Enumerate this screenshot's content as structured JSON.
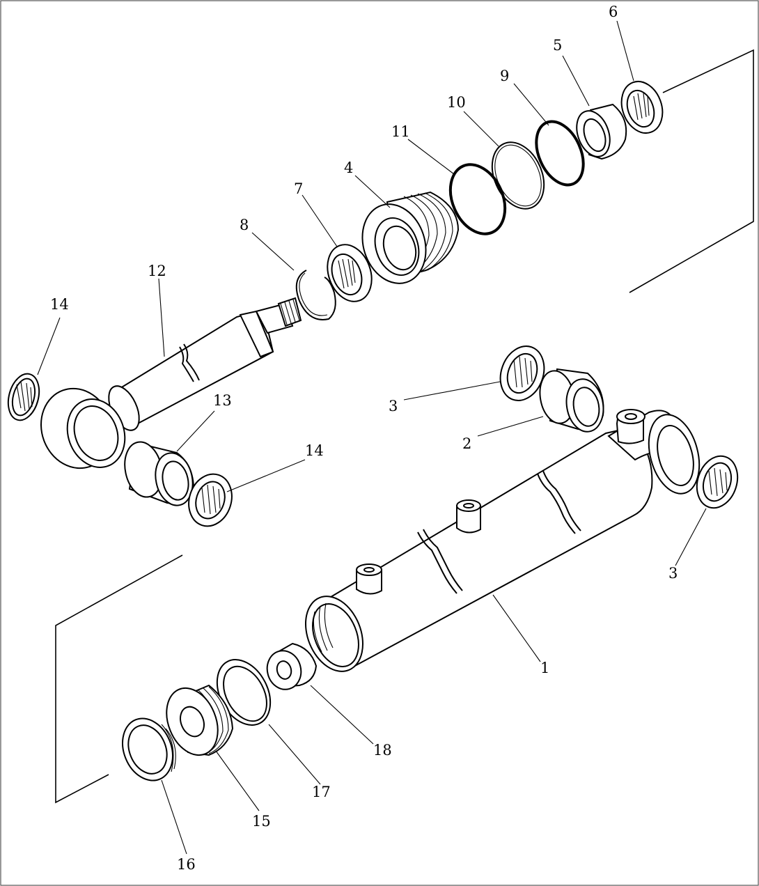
{
  "callouts": [
    {
      "id": "1",
      "text": "1"
    },
    {
      "id": "2",
      "text": "2"
    },
    {
      "id": "3a",
      "text": "3"
    },
    {
      "id": "3b",
      "text": "3"
    },
    {
      "id": "4",
      "text": "4"
    },
    {
      "id": "5",
      "text": "5"
    },
    {
      "id": "6",
      "text": "6"
    },
    {
      "id": "7",
      "text": "7"
    },
    {
      "id": "8",
      "text": "8"
    },
    {
      "id": "9",
      "text": "9"
    },
    {
      "id": "10",
      "text": "10"
    },
    {
      "id": "11",
      "text": "11"
    },
    {
      "id": "12",
      "text": "12"
    },
    {
      "id": "13",
      "text": "13"
    },
    {
      "id": "14a",
      "text": "14"
    },
    {
      "id": "14b",
      "text": "14"
    },
    {
      "id": "15",
      "text": "15"
    },
    {
      "id": "16",
      "text": "16"
    },
    {
      "id": "17",
      "text": "17"
    },
    {
      "id": "18",
      "text": "18"
    }
  ]
}
